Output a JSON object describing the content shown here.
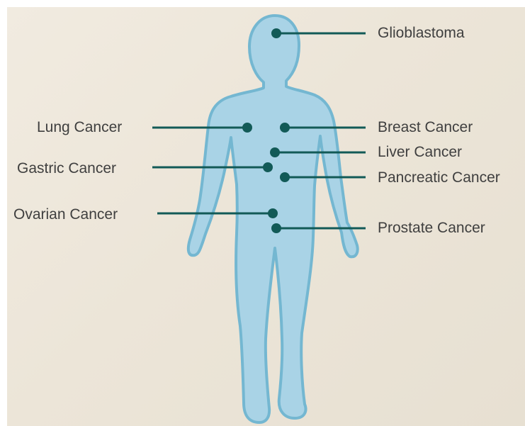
{
  "labels": {
    "glioblastoma": "Glioblastoma",
    "lung": "Lung Cancer",
    "breast": "Breast Cancer",
    "liver": "Liver Cancer",
    "gastric": "Gastric Cancer",
    "pancreatic": "Pancreatic Cancer",
    "ovarian": "Ovarian Cancer",
    "prostate": "Prostate Cancer"
  },
  "colors": {
    "body_fill": "#a9d3e6",
    "body_outline": "#74b7d1",
    "marker": "#125a57",
    "text": "#3f3f3f",
    "background": "#ede6da"
  }
}
